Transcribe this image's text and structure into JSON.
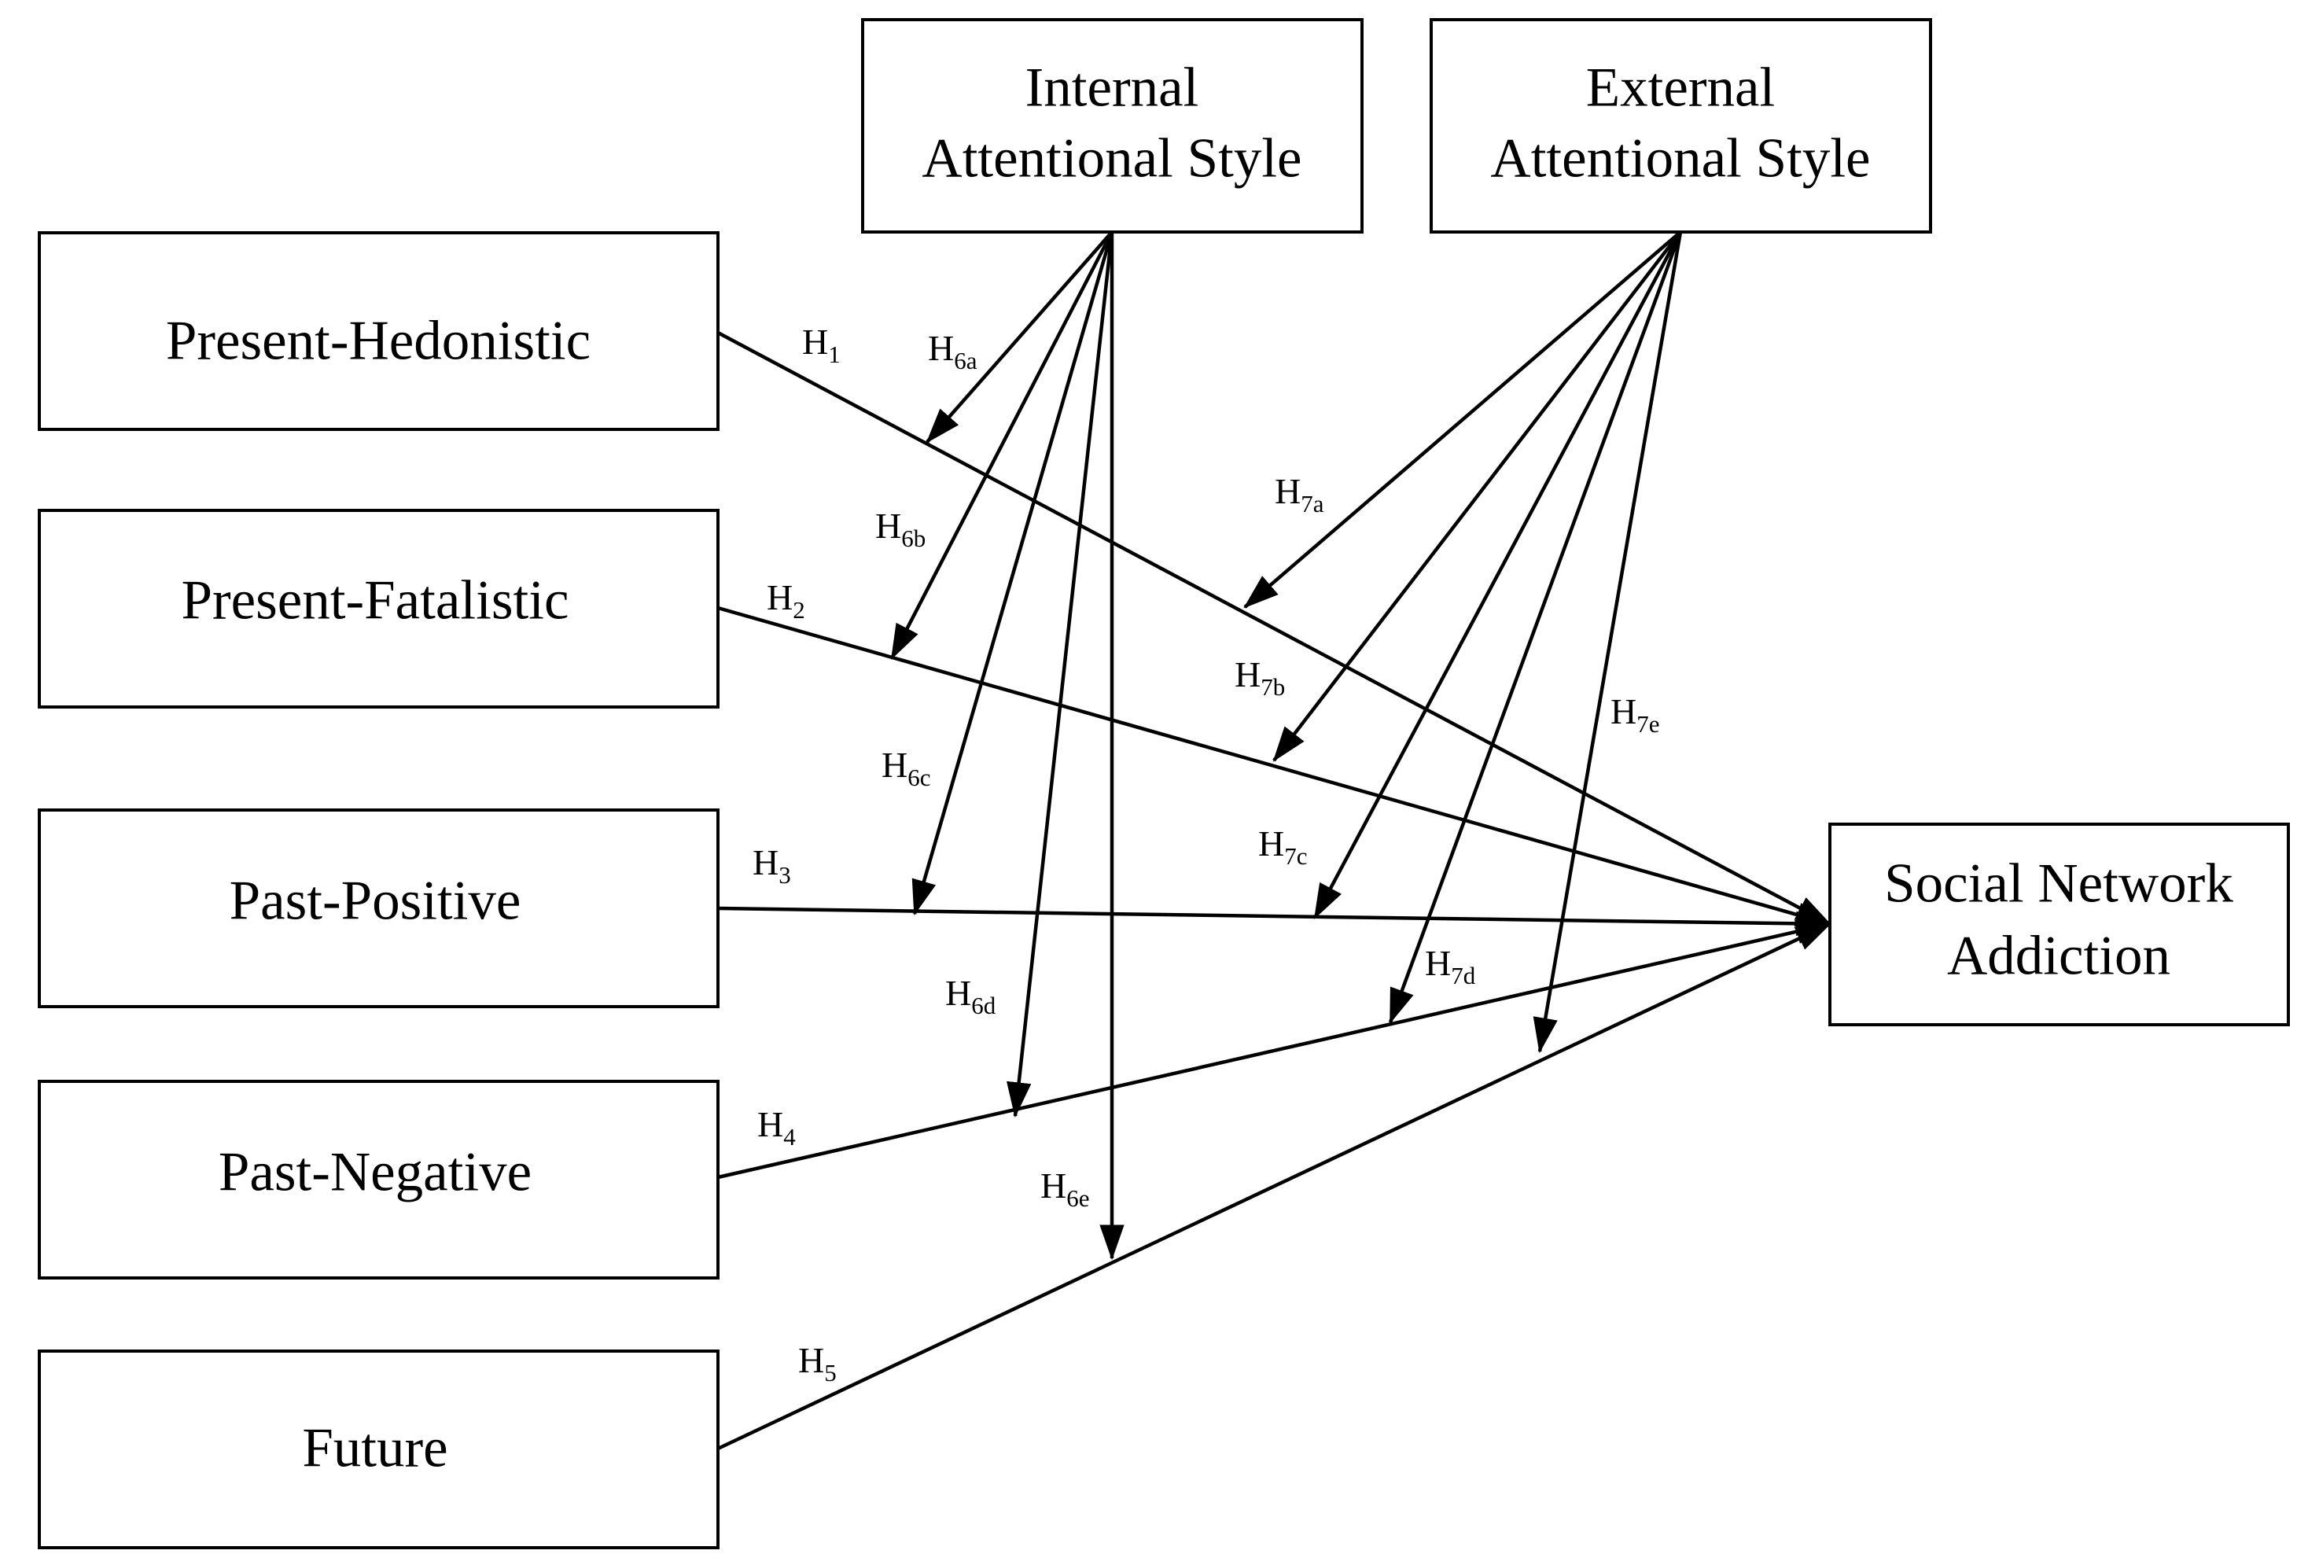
{
  "diagram": {
    "predictors": {
      "present_hedonistic": "Present-Hedonistic",
      "present_fatalistic": "Present-Fatalistic",
      "past_positive": "Past-Positive",
      "past_negative": "Past-Negative",
      "future": "Future"
    },
    "moderators": {
      "internal": [
        "Internal",
        "Attentional Style"
      ],
      "external": [
        "External",
        "Attentional Style"
      ]
    },
    "outcome": [
      "Social Network",
      "Addiction"
    ],
    "hypotheses": {
      "H1": {
        "base": "H",
        "sub": "1"
      },
      "H2": {
        "base": "H",
        "sub": "2"
      },
      "H3": {
        "base": "H",
        "sub": "3"
      },
      "H4": {
        "base": "H",
        "sub": "4"
      },
      "H5": {
        "base": "H",
        "sub": "5"
      },
      "H6a": {
        "base": "H",
        "sub": "6a"
      },
      "H6b": {
        "base": "H",
        "sub": "6b"
      },
      "H6c": {
        "base": "H",
        "sub": "6c"
      },
      "H6d": {
        "base": "H",
        "sub": "6d"
      },
      "H6e": {
        "base": "H",
        "sub": "6e"
      },
      "H7a": {
        "base": "H",
        "sub": "7a"
      },
      "H7b": {
        "base": "H",
        "sub": "7b"
      },
      "H7c": {
        "base": "H",
        "sub": "7c"
      },
      "H7d": {
        "base": "H",
        "sub": "7d"
      },
      "H7e": {
        "base": "H",
        "sub": "7e"
      }
    }
  }
}
